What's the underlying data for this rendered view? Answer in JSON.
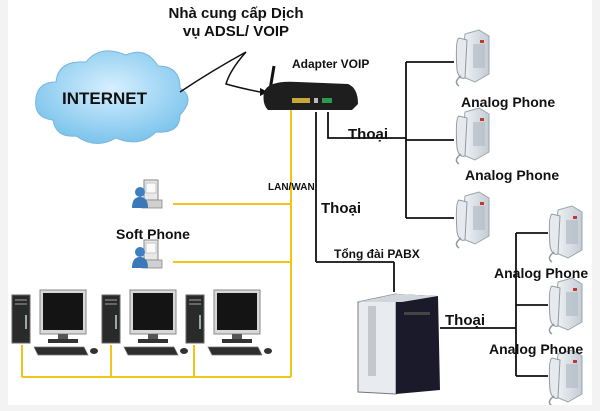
{
  "diagram": {
    "title_lines": [
      "Nhà cung cấp Dịch",
      "vụ ADSL/ VOIP"
    ],
    "internet_label": "INTERNET",
    "adapter_label": "Adapter VOIP",
    "lan_wan_label": "LAN/WAN",
    "soft_phone_label": "Soft Phone",
    "pabx_label": "Tổng đài PABX",
    "voice_labels": [
      "Thoại",
      "Thoại",
      "Thoại"
    ],
    "analog_phone_labels": [
      "Analog Phone",
      "Analog Phone",
      "Analog Phone",
      "Analog Phone"
    ],
    "colors": {
      "lan_line": "#f0c419",
      "phone_line": "#111111",
      "cloud": "#8ecdf0",
      "background": "#ffffff"
    }
  }
}
